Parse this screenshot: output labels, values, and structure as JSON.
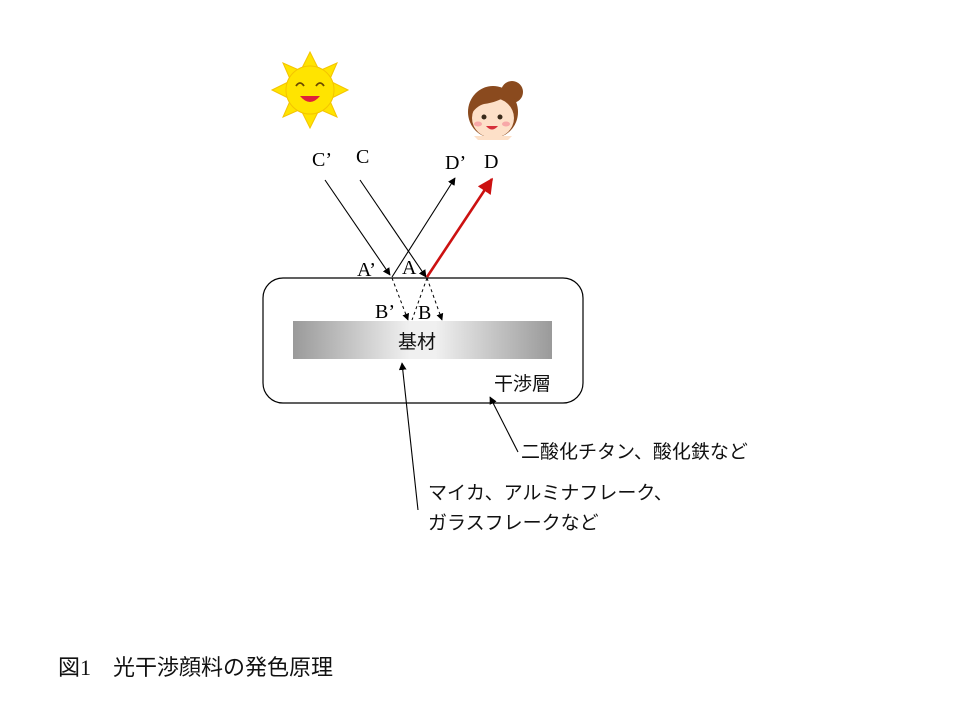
{
  "labels": {
    "c_prime": "C’",
    "c": "C",
    "d_prime": "D’",
    "d": "D",
    "a_prime": "A’",
    "a": "A",
    "b_prime": "B’",
    "b": "B"
  },
  "substrate_label": "基材",
  "interference_layer_label": "干渉層",
  "callouts": {
    "interference_materials": "二酸化チタン、酸化鉄など",
    "substrate_materials_line1": "マイカ、アルミナフレーク、",
    "substrate_materials_line2": "ガラスフレークなど"
  },
  "caption": "図1　光干渉顔料の発色原理",
  "colors": {
    "reflected_highlight": "#cc1111",
    "sun": "#ffe400",
    "substrate_gray": "#9a9a9a"
  },
  "icons": [
    "sun-icon",
    "face-icon"
  ]
}
